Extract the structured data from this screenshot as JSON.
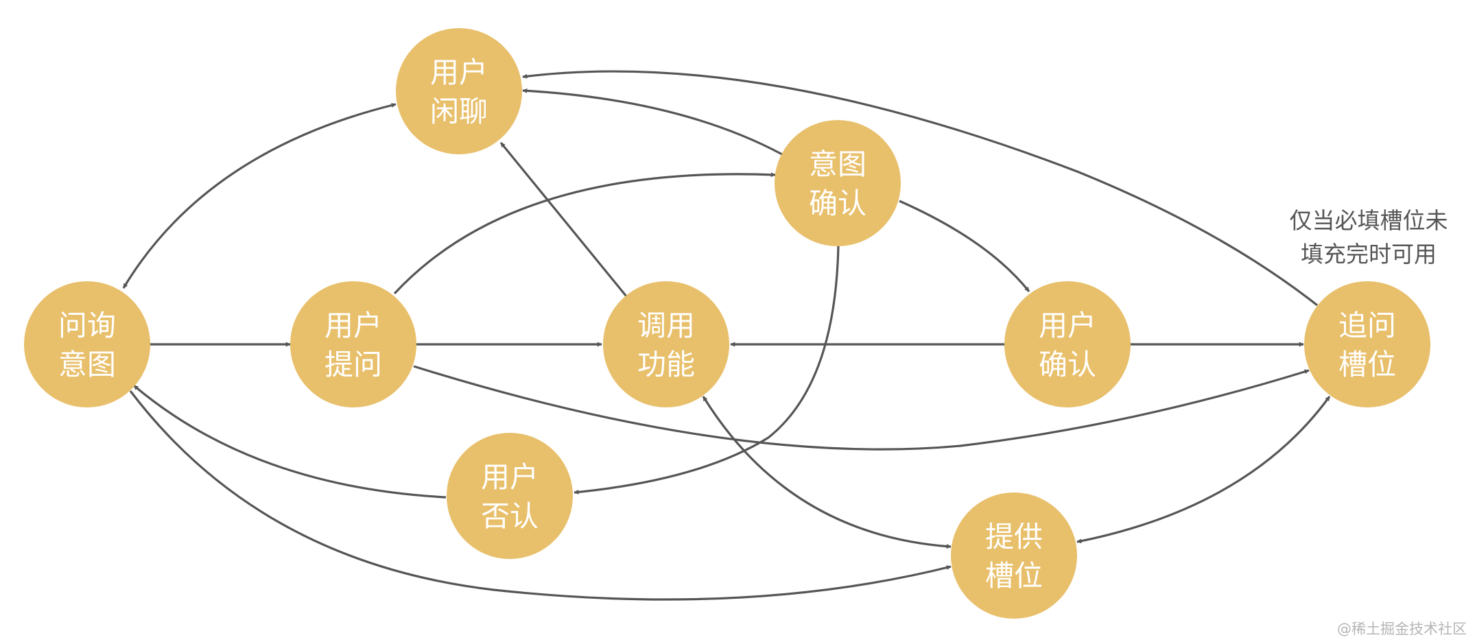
{
  "nodes": {
    "ask_intent": {
      "line1": "问询",
      "line2": "意图"
    },
    "user_chat": {
      "line1": "用户",
      "line2": "闲聊"
    },
    "user_ask": {
      "line1": "用户",
      "line2": "提问"
    },
    "confirm_intent": {
      "line1": "意图",
      "line2": "确认"
    },
    "call_function": {
      "line1": "调用",
      "line2": "功能"
    },
    "user_confirm": {
      "line1": "用户",
      "line2": "确认"
    },
    "follow_slot": {
      "line1": "追问",
      "line2": "槽位"
    },
    "user_deny": {
      "line1": "用户",
      "line2": "否认"
    },
    "provide_slot": {
      "line1": "提供",
      "line2": "槽位"
    }
  },
  "note": {
    "line1": "仅当必填槽位未",
    "line2": "填充完时可用"
  },
  "watermark": "@稀土掘金技术社区",
  "colors": {
    "node_fill": "#e8bf6a",
    "edge": "#555555",
    "node_text": "#ffffff"
  }
}
